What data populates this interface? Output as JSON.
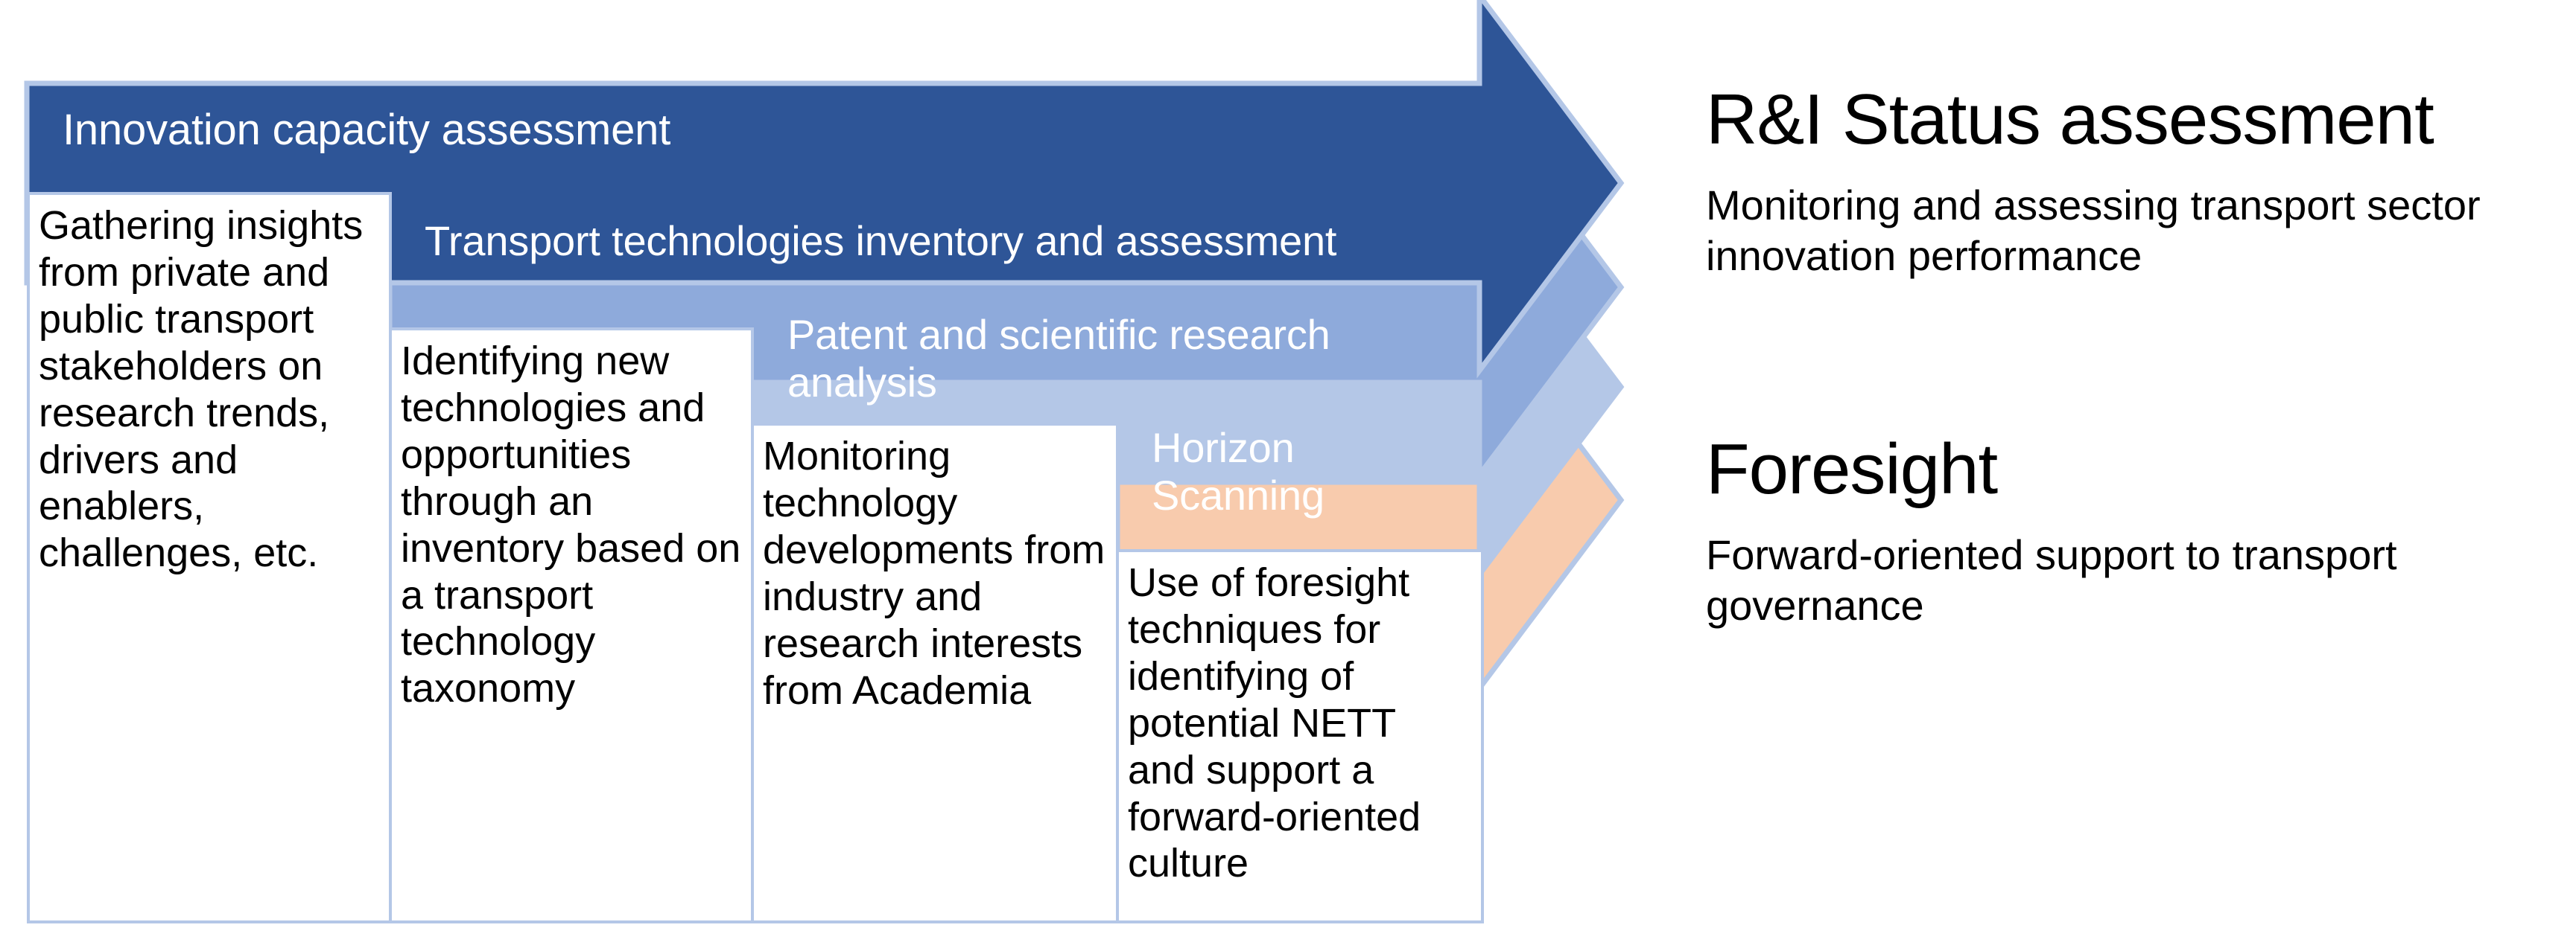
{
  "diagram": {
    "type": "staircase-arrow-process",
    "colors": {
      "arrow_1_fill": "#2e5597",
      "arrow_2_fill": "#8eaadb",
      "arrow_3_fill": "#b4c7e7",
      "arrow_4_fill": "#f8cbad",
      "arrow_outline": "#b4c7e7",
      "box_border": "#b4c7e7",
      "box_fill": "#ffffff",
      "label_text": "#ffffff",
      "body_text": "#000000",
      "background": "#ffffff"
    },
    "arrows": [
      {
        "id": "arrow-innovation-capacity-assessment",
        "label": "Innovation capacity assessment",
        "fill": "#2e5597"
      },
      {
        "id": "arrow-transport-technologies-inventory",
        "label": "Transport technologies inventory and assessment",
        "fill": "#8eaadb"
      },
      {
        "id": "arrow-patent-scientific-research-analysis",
        "label": "Patent and scientific research analysis",
        "fill": "#b4c7e7"
      },
      {
        "id": "arrow-horizon-scanning",
        "label": "Horizon Scanning",
        "fill": "#f8cbad"
      }
    ],
    "description_boxes": [
      {
        "id": "desc-gathering-insights",
        "text": "Gathering insights from private and public transport stakeholders on research trends, drivers and enablers, challenges, etc."
      },
      {
        "id": "desc-identifying-new-technologies",
        "text": "Identifying new technologies and opportunities through an inventory based on a transport technology taxonomy"
      },
      {
        "id": "desc-monitoring-technology-developments",
        "text": "Monitoring technology developments from industry and research interests from Academia"
      },
      {
        "id": "desc-use-of-foresight-techniques",
        "text": "Use of foresight techniques for identifying of potential NETT and support a forward-oriented culture"
      }
    ],
    "side_blocks": [
      {
        "id": "side-block-ri-status-assessment",
        "title": "R&I Status assessment",
        "caption": "Monitoring and assessing transport sector innovation performance"
      },
      {
        "id": "side-block-foresight",
        "title": "Foresight",
        "caption": "Forward-oriented support to transport governance"
      }
    ]
  }
}
